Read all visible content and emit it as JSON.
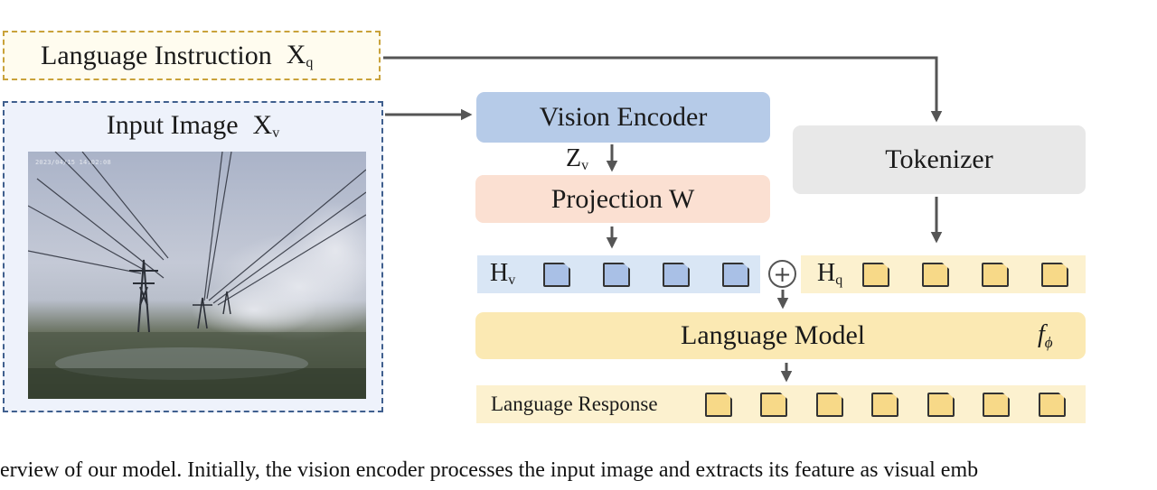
{
  "language_instruction": {
    "label": "Language Instruction",
    "symbol": "X",
    "subscript": "q"
  },
  "input_image": {
    "label": "Input Image",
    "symbol": "X",
    "subscript": "v",
    "photo_stamp": "2023/04/15 14:02:08"
  },
  "vision_encoder": {
    "label": "Vision Encoder"
  },
  "zv": {
    "symbol": "Z",
    "subscript": "v"
  },
  "projection": {
    "label": "Projection W"
  },
  "tokenizer": {
    "label": "Tokenizer"
  },
  "hv": {
    "symbol": "H",
    "subscript": "v",
    "token_count": 4
  },
  "hq": {
    "symbol": "H",
    "subscript": "q",
    "token_count": 4
  },
  "combine_symbol": "+",
  "language_model": {
    "label": "Language Model",
    "symbol": "f",
    "subscript": "ϕ"
  },
  "language_response": {
    "label": "Language Response",
    "token_count": 7
  },
  "caption": "erview of our model. Initially, the vision encoder processes the input image and extracts its feature as visual emb",
  "colors": {
    "instruction_border": "#c9a23a",
    "image_border": "#3f5f8e",
    "vision_token": "#a9c0e6",
    "language_token": "#f7d988",
    "arrow": "#555555"
  }
}
